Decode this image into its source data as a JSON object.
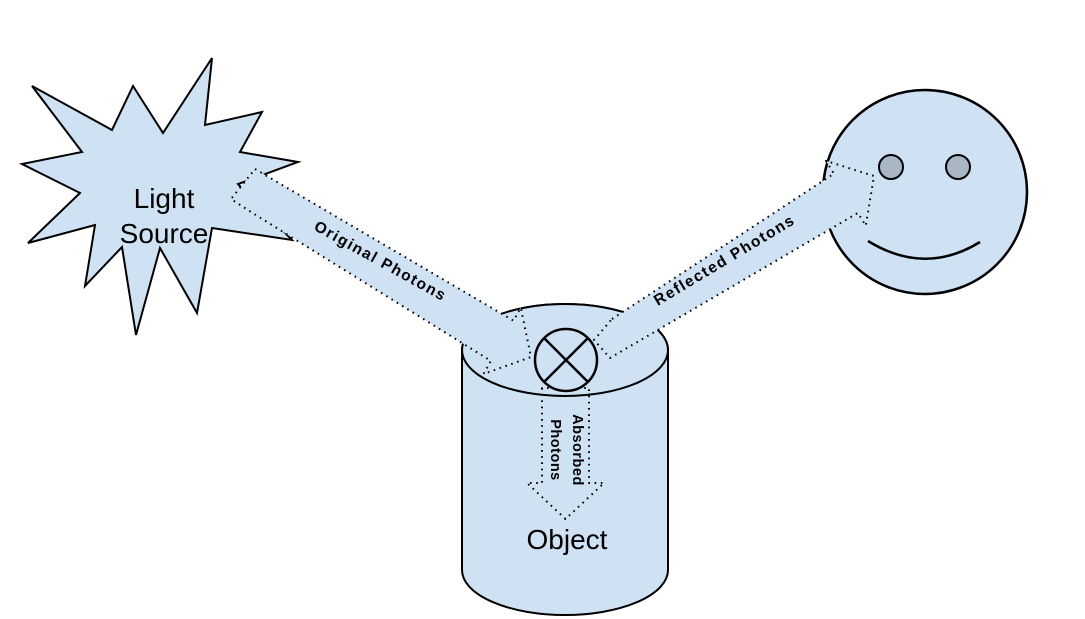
{
  "colors": {
    "background": "#ffffff",
    "shape_fill": "#cfe2f3",
    "outline": "#000000",
    "eye_fill": "#a9b6c3"
  },
  "nodes": {
    "light_source": {
      "label": "Light\nSource",
      "shape": "starburst"
    },
    "object": {
      "label": "Object",
      "shape": "cylinder",
      "symbol": "circled-x"
    },
    "observer": {
      "shape": "smiley-face"
    }
  },
  "arrows": {
    "original": {
      "label": "Original Photons",
      "from": "light_source",
      "to": "object",
      "style": "dotted"
    },
    "reflected": {
      "label": "Reflected Photons",
      "from": "object",
      "to": "observer",
      "style": "dotted"
    },
    "absorbed": {
      "label": "Absorbed\nPhotons",
      "from": "object_surface",
      "to": "object_interior",
      "style": "dotted"
    }
  }
}
